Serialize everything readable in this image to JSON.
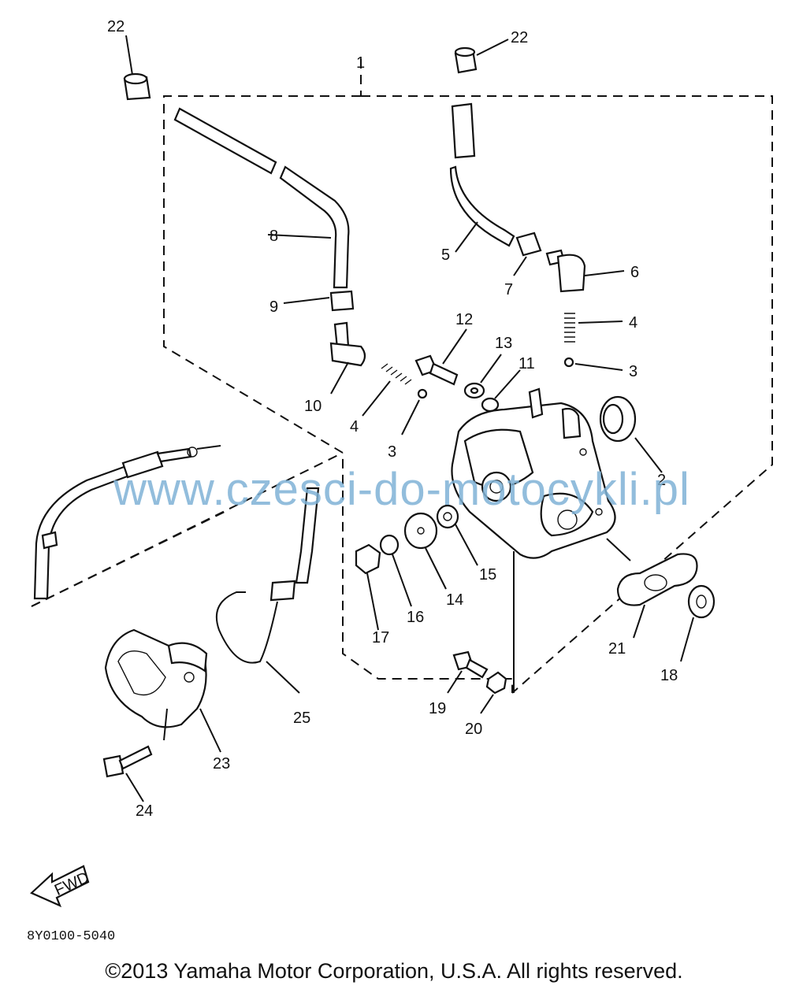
{
  "watermark": "www.czesci-do-motocykli.pl",
  "diagram_code": "8Y0100-5040",
  "fwd_label": "FWD",
  "copyright": "©2013 Yamaha Motor Corporation, U.S.A. All rights reserved.",
  "callouts": {
    "c1": "1",
    "c2": "2",
    "c3a": "3",
    "c3b": "3",
    "c4a": "4",
    "c4b": "4",
    "c5": "5",
    "c6": "6",
    "c7": "7",
    "c8": "8",
    "c9": "9",
    "c10": "10",
    "c11": "11",
    "c12": "12",
    "c13": "13",
    "c14": "14",
    "c15": "15",
    "c16": "16",
    "c17": "17",
    "c18": "18",
    "c19": "19",
    "c20": "20",
    "c21": "21",
    "c22a": "22",
    "c22b": "22",
    "c23": "23",
    "c24": "24",
    "c25": "25"
  }
}
